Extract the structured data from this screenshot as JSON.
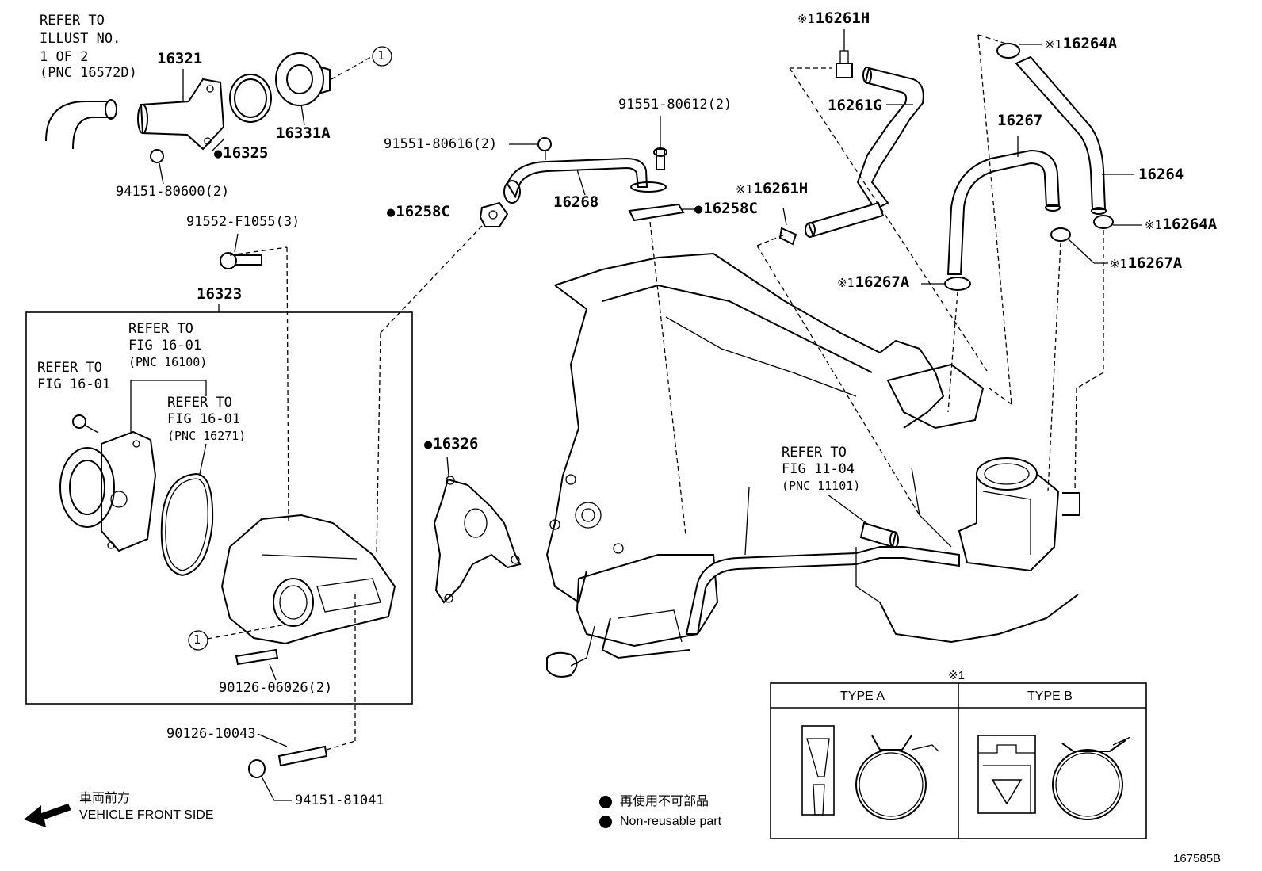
{
  "parts": {
    "p16321": "16321",
    "p16325": "16325",
    "p16331A": "16331A",
    "p94151_80600": "94151-80600(2)",
    "p91552_F1055": "91552-F1055(3)",
    "p16323": "16323",
    "p91551_80616": "91551-80616(2)",
    "p91551_80612": "91551-80612(2)",
    "p16268": "16268",
    "p16258C_left": "16258C",
    "p16258C_right": "16258C",
    "p16326": "16326",
    "p90126_06026": "90126-06026(2)",
    "p90126_10043": "90126-10043",
    "p94151_81041": "94151-81041",
    "p16261H_top": "16261H",
    "p16261G": "16261G",
    "p16261H_mid": "16261H",
    "p16264A_top": "16264A",
    "p16267": "16267",
    "p16264": "16264",
    "p16264A_right": "16264A",
    "p16267A_right": "16267A",
    "p16267A_left": "16267A"
  },
  "callouts": {
    "circle1_top": "1",
    "circle1_bottom": "1"
  },
  "refs": {
    "illust_line1": "REFER TO",
    "illust_line2": "ILLUST NO.",
    "illust_line3": "1 OF 2",
    "illust_line4": "(PNC 16572D)",
    "fig1601a_line1": "REFER TO",
    "fig1601a_line2": "FIG 16-01",
    "fig1601a_line3": "(PNC 16100)",
    "fig1601b_line1": "REFER TO",
    "fig1601b_line2": "FIG 16-01",
    "fig1601c_line1": "REFER TO",
    "fig1601c_line2": "FIG 16-01",
    "fig1601c_line3": "(PNC 16271)",
    "fig1104_line1": "REFER TO",
    "fig1104_line2": "FIG 11-04",
    "fig1104_line3": "(PNC 11101)"
  },
  "legend": {
    "front_jp": "車両前方",
    "front_en": "VEHICLE FRONT SIDE",
    "nonreuse_jp": "再使用不可部品",
    "nonreuse_en": "Non-reusable part",
    "clamp_mark": "※1",
    "type_a": "TYPE A",
    "type_b": "TYPE B"
  },
  "figure_id": "167585B"
}
